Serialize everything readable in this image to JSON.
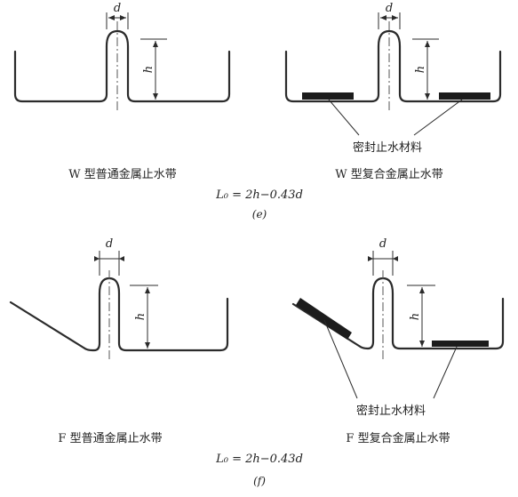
{
  "panel_e": {
    "dim_d": "d",
    "dim_h": "h",
    "left_caption": "W 型普通金属止水带",
    "right_caption": "W 型复合金属止水带",
    "seal_label": "密封止水材料",
    "formula": "L₀ = 2h−0.43d",
    "panel_label": "(e)"
  },
  "panel_f": {
    "dim_d": "d",
    "dim_h": "h",
    "left_caption": "F 型普通金属止水带",
    "right_caption": "F 型复合金属止水带",
    "seal_label": "密封止水材料",
    "formula": "L₀ = 2h−0.43d",
    "panel_label": "(f)"
  }
}
